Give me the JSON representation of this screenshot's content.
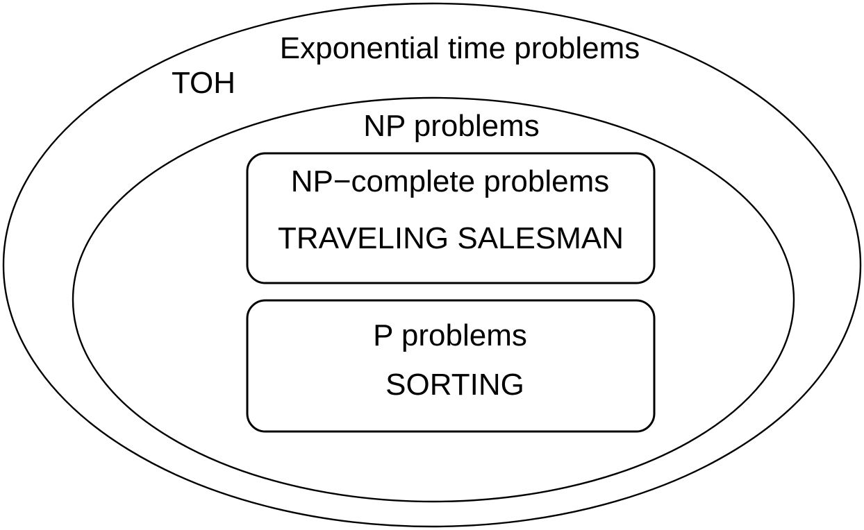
{
  "diagram": {
    "background_color": "#ffffff",
    "stroke_color": "#000000",
    "outer_set": {
      "label": "Exponential time problems",
      "example": "TOH"
    },
    "inner_set": {
      "label": "NP problems"
    },
    "boxes": [
      {
        "title": "NP−complete problems",
        "example": "TRAVELING SALESMAN"
      },
      {
        "title": "P problems",
        "example": "SORTING"
      }
    ]
  }
}
